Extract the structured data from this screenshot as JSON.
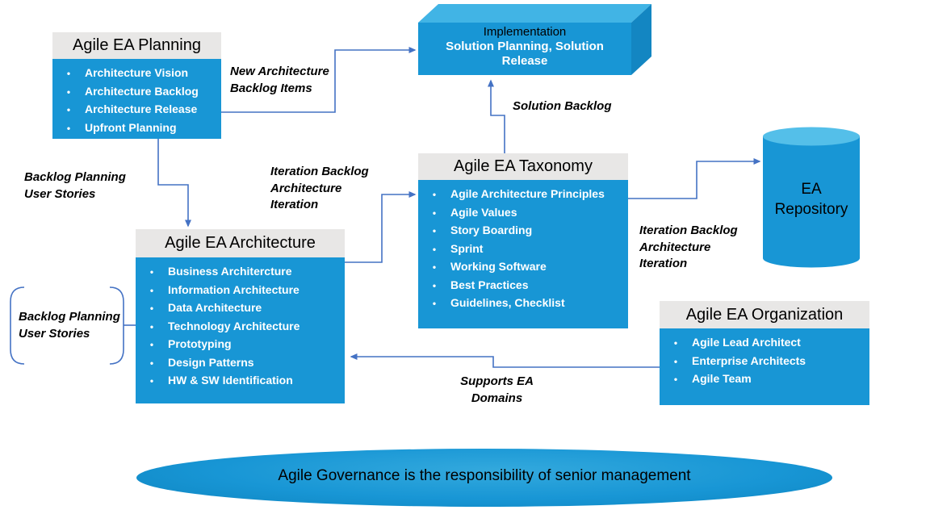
{
  "colors": {
    "box_blue": "#1896d5",
    "header_gray": "#e8e7e6",
    "arrow_blue": "#4472c4",
    "box_top_face": "#41b4e5",
    "box_side_face": "#1386c2",
    "cylinder_top": "#54bfe9"
  },
  "boxes": {
    "planning": {
      "title": "Agile EA Planning",
      "items": [
        "Architecture Vision",
        "Architecture Backlog",
        "Architecture Release",
        "Upfront Planning"
      ]
    },
    "architecture": {
      "title": "Agile EA Architecture",
      "items": [
        "Business Architercture",
        "Information Architecture",
        "Data Architecture",
        "Technology Architecture",
        "Prototyping",
        "Design Patterns",
        "HW & SW Identification"
      ]
    },
    "taxonomy": {
      "title": "Agile EA Taxonomy",
      "items": [
        "Agile Architecture Principles",
        "Agile Values",
        "Story Boarding",
        "Sprint",
        "Working Software",
        "Best Practices",
        "Guidelines, Checklist"
      ]
    },
    "organization": {
      "title": "Agile EA Organization",
      "items": [
        "Agile Lead Architect",
        "Enterprise Architects",
        "Agile Team"
      ]
    }
  },
  "implementation": {
    "title": "Implementation",
    "subtitle": "Solution Planning, Solution Release"
  },
  "repository": {
    "label": "EA Repository"
  },
  "flow_labels": {
    "new_architecture": {
      "lines": [
        "New Architecture",
        "Backlog Items"
      ]
    },
    "solution_backlog": {
      "lines": [
        "Solution Backlog"
      ]
    },
    "backlog_planning_top": {
      "lines": [
        "Backlog Planning",
        "User Stories"
      ]
    },
    "iteration_backlog_mid": {
      "lines": [
        "Iteration Backlog",
        "Architecture",
        "Iteration"
      ]
    },
    "backlog_planning_bracket": {
      "lines": [
        "Backlog Planning",
        "User Stories"
      ]
    },
    "iteration_backlog_right": {
      "lines": [
        "Iteration Backlog",
        "Architecture",
        "Iteration"
      ]
    },
    "supports_ea": {
      "lines": [
        "Supports EA",
        "Domains"
      ]
    }
  },
  "governance": {
    "text": "Agile Governance is the responsibility of senior management"
  }
}
